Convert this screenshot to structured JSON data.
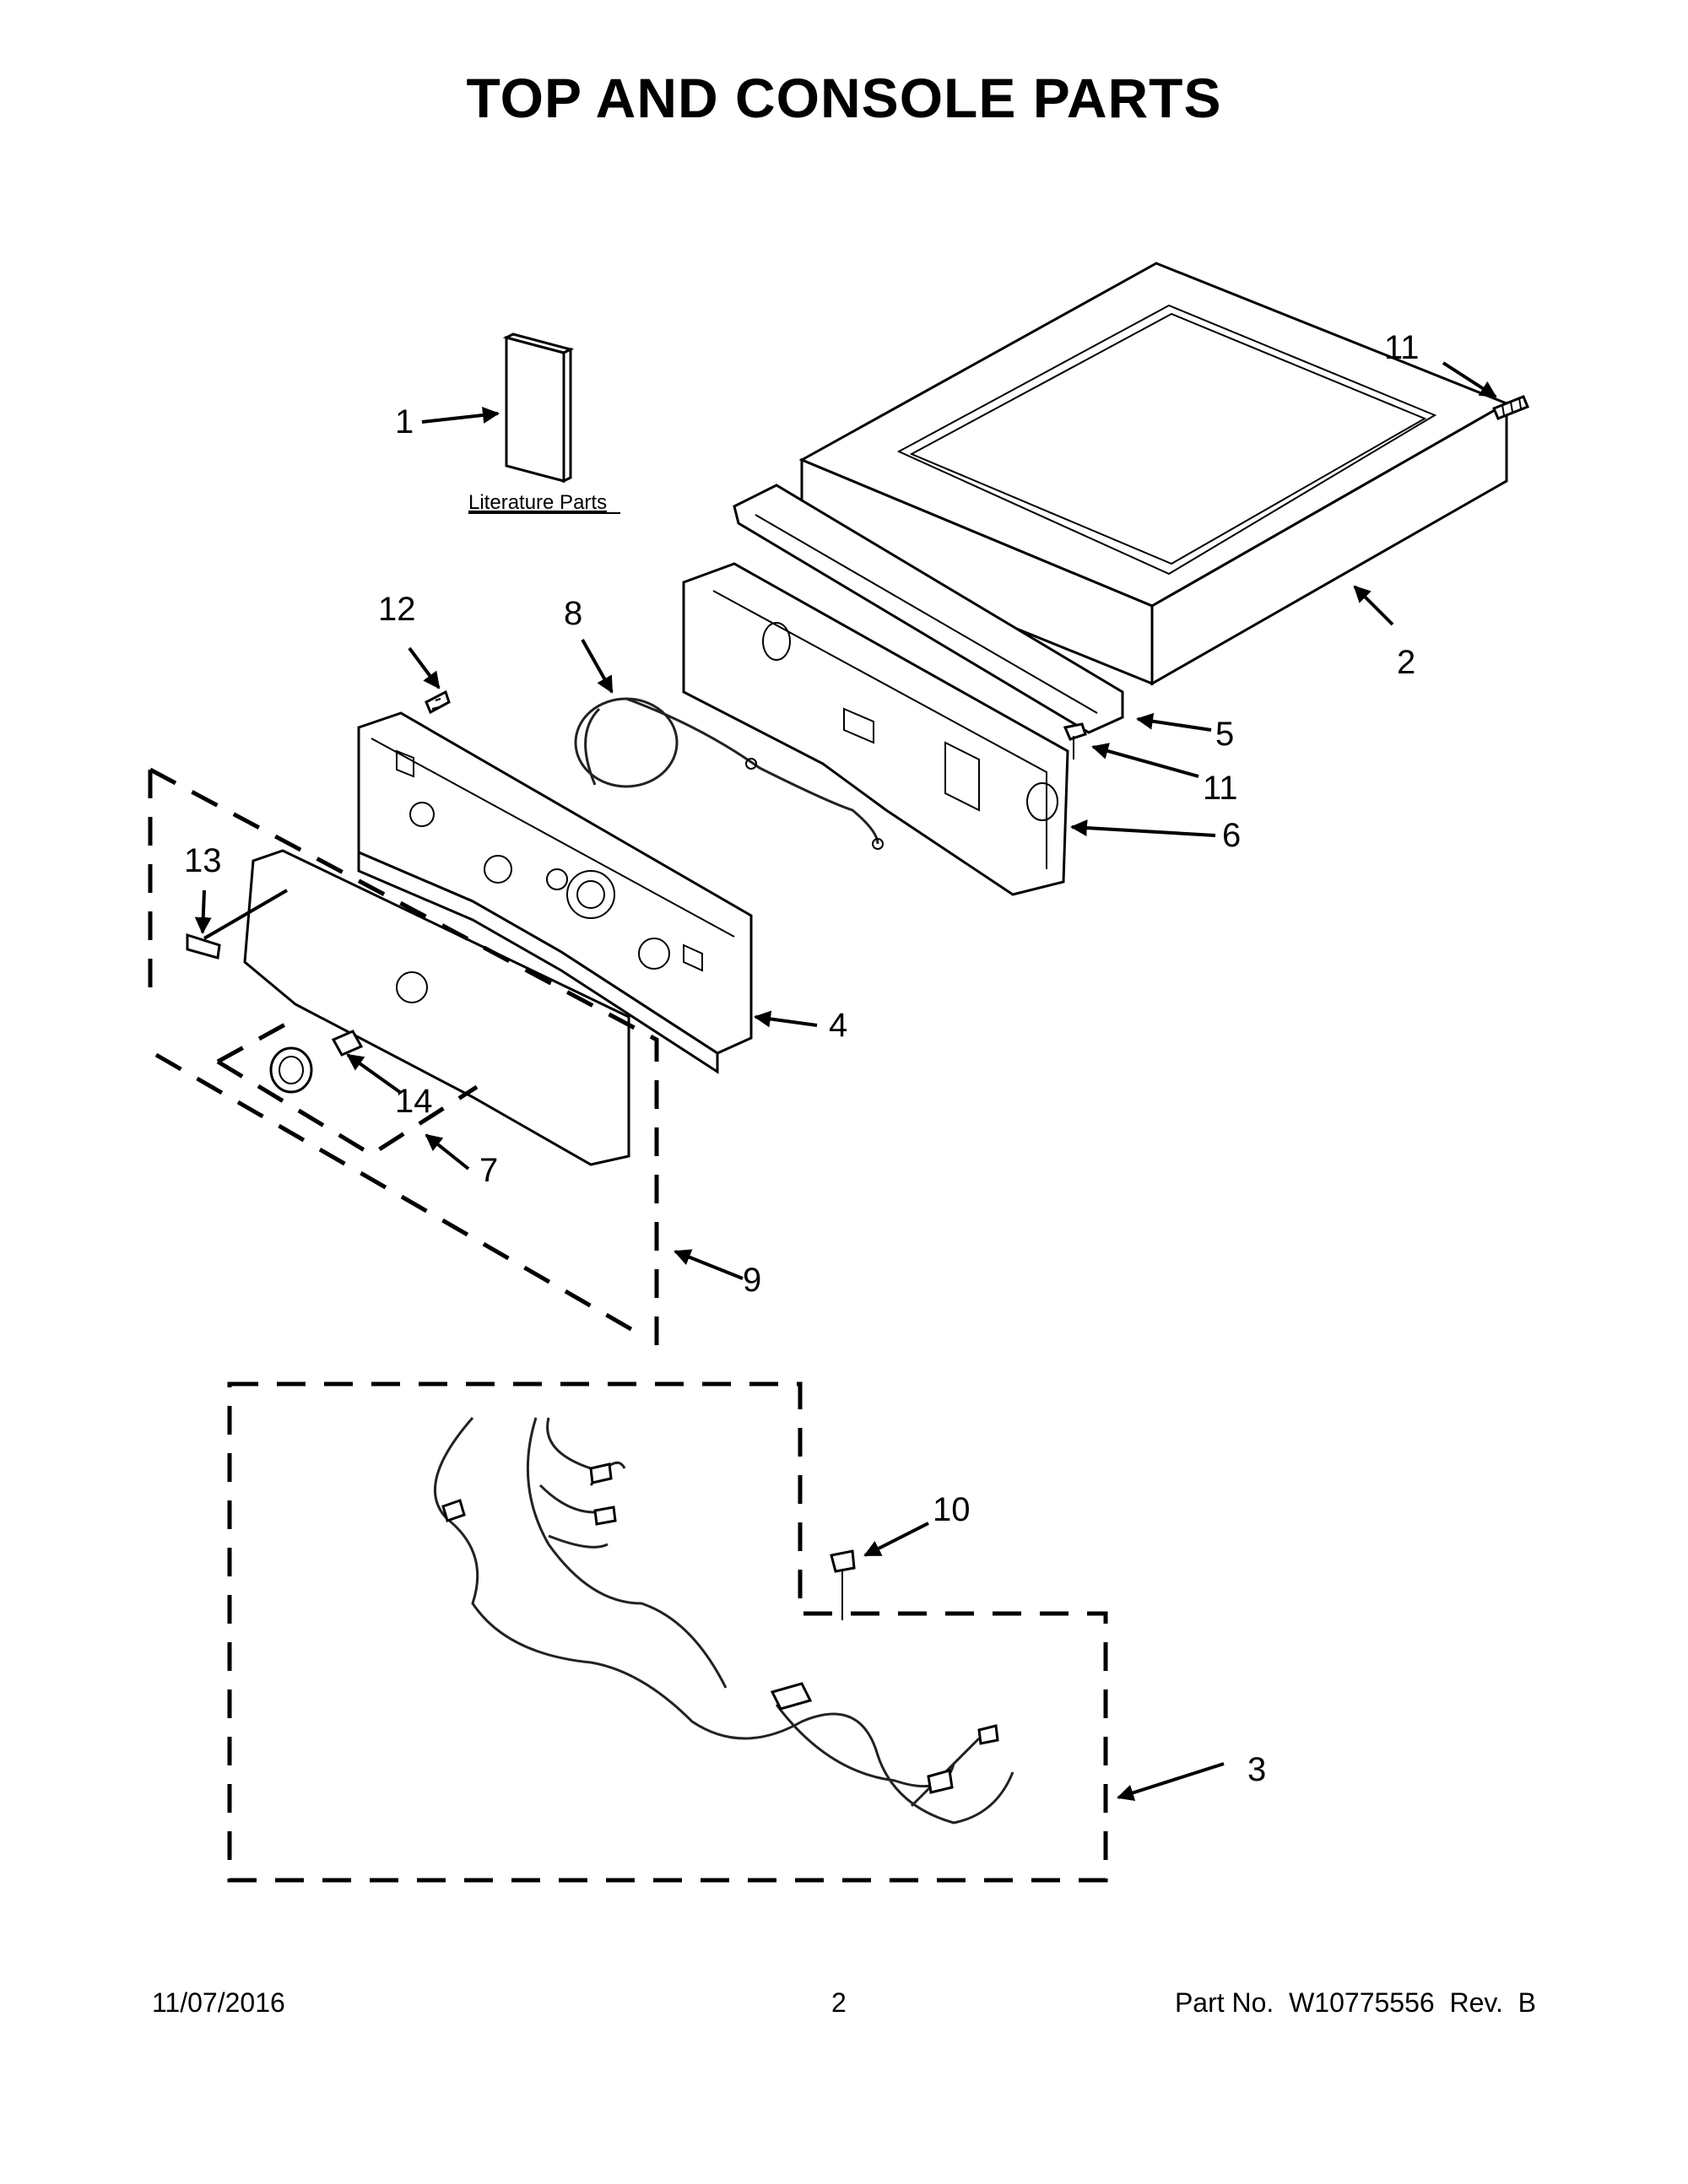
{
  "title": "TOP AND CONSOLE PARTS",
  "literature_label": "Literature Parts",
  "callouts": {
    "c1": "1",
    "c2": "2",
    "c3": "3",
    "c4": "4",
    "c5": "5",
    "c6": "6",
    "c7": "7",
    "c8": "8",
    "c9": "9",
    "c10": "10",
    "c11a": "11",
    "c11b": "11",
    "c12": "12",
    "c13": "13",
    "c14": "14"
  },
  "footer": {
    "date": "11/07/2016",
    "page": "2",
    "part": "Part No.  W10775556  Rev.  B"
  }
}
